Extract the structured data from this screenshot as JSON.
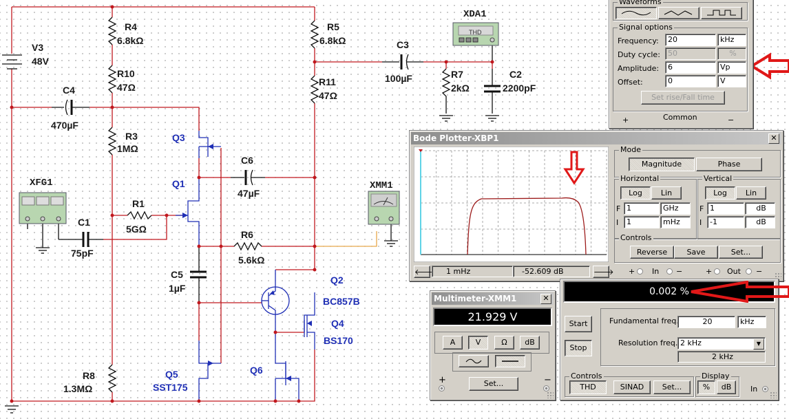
{
  "schematic": {
    "wire_color": "#c0181e",
    "transistor_color": "#1f2fb5",
    "components": {
      "V3": {
        "name": "V3",
        "value": "48V"
      },
      "R4": {
        "name": "R4",
        "value": "6.8kΩ"
      },
      "R10": {
        "name": "R10",
        "value": "47Ω"
      },
      "C4": {
        "name": "C4",
        "value": "470µF"
      },
      "R3": {
        "name": "R3",
        "value": "1MΩ"
      },
      "Q3": {
        "name": "Q3"
      },
      "Q1": {
        "name": "Q1"
      },
      "XFG1": {
        "name": "XFG1"
      },
      "C1": {
        "name": "C1",
        "value": "75pF"
      },
      "R1": {
        "name": "R1",
        "value": "5GΩ"
      },
      "C5": {
        "name": "C5",
        "value": "1µF"
      },
      "R8": {
        "name": "R8",
        "value": "1.3MΩ"
      },
      "Q5": {
        "name": "Q5",
        "model": "SST175"
      },
      "Q6": {
        "name": "Q6"
      },
      "Q2": {
        "name": "Q2",
        "model": "BC857B"
      },
      "Q4": {
        "name": "Q4",
        "model": "BS170"
      },
      "R5": {
        "name": "R5",
        "value": "6.8kΩ"
      },
      "R11": {
        "name": "R11",
        "value": "47Ω"
      },
      "C6": {
        "name": "C6",
        "value": "47µF"
      },
      "R6": {
        "name": "R6",
        "value": "5.6kΩ"
      },
      "C3": {
        "name": "C3",
        "value": "100µF"
      },
      "R7": {
        "name": "R7",
        "value": "2kΩ"
      },
      "C2": {
        "name": "C2",
        "value": "2200pF"
      },
      "XDA1": {
        "name": "XDA1",
        "screen": "THD"
      },
      "XMM1": {
        "name": "XMM1"
      }
    }
  },
  "function_generator": {
    "waveforms_label": "Waveforms",
    "waveforms": [
      "sine",
      "triangle",
      "square"
    ],
    "selected_waveform": "sine",
    "signal_options_label": "Signal options",
    "rows": [
      {
        "label": "Frequency:",
        "value": "20",
        "unit": "kHz",
        "enabled": true
      },
      {
        "label": "Duty cycle:",
        "value": "50",
        "unit": "%",
        "enabled": false
      },
      {
        "label": "Amplitude:",
        "value": "6",
        "unit": "Vp",
        "enabled": true
      },
      {
        "label": "Offset:",
        "value": "0",
        "unit": "V",
        "enabled": true
      }
    ],
    "rise_fall_button": "Set rise/Fall time",
    "terminals": {
      "plus": "+",
      "common": "Common",
      "minus": "−"
    }
  },
  "bode_plotter": {
    "title": "Bode Plotter-XBP1",
    "mode_label": "Mode",
    "magnitude_button": "Magnitude",
    "phase_button": "Phase",
    "selected_mode": "Magnitude",
    "horizontal_label": "Horizontal",
    "vertical_label": "Vertical",
    "log_label": "Log",
    "lin_label": "Lin",
    "horizontal": {
      "F_value": "1",
      "F_unit": "GHz",
      "I_value": "1",
      "I_unit": "mHz",
      "scale": "Log"
    },
    "vertical": {
      "F_value": "1",
      "F_unit": "dB",
      "I_value": "-1",
      "I_unit": "dB",
      "scale": "Log"
    },
    "F_label": "F",
    "I_label": "I",
    "controls_label": "Controls",
    "reverse_button": "Reverse",
    "save_button": "Save",
    "set_button": "Set...",
    "cursor_freq": "1 mHz",
    "cursor_mag": "-52.609 dB",
    "terminals": {
      "in_plus": "+",
      "in_label": "In",
      "in_minus": "−",
      "out_plus": "+",
      "out_label": "Out",
      "out_minus": "−"
    },
    "trace_color": "#9c1a1a",
    "cursor_color": "#5fd3e6"
  },
  "multimeter": {
    "title": "Multimeter-XMM1",
    "reading": "21.929 V",
    "buttons": [
      "A",
      "V",
      "Ω",
      "dB"
    ],
    "selected": "V",
    "ac_dc": [
      "ac",
      "dc"
    ],
    "selected_mode": "dc",
    "set_button": "Set...",
    "plus": "+",
    "minus": "−"
  },
  "distortion_analyzer": {
    "reading": "0.002 %",
    "start_button": "Start",
    "stop_button": "Stop",
    "fundamental_label": "Fundamental freq.",
    "fundamental_value": "20",
    "fundamental_unit": "kHz",
    "resolution_label": "Resolution freq.",
    "resolution_value": "2 kHz",
    "resolution_readout": "2 kHz",
    "controls_label": "Controls",
    "thd_button": "THD",
    "sinad_button": "SINAD",
    "set_button": "Set...",
    "display_label": "Display",
    "percent_button": "%",
    "db_button": "dB",
    "in_label": "In"
  },
  "annotations": {
    "arrow_color": "#e01818"
  }
}
